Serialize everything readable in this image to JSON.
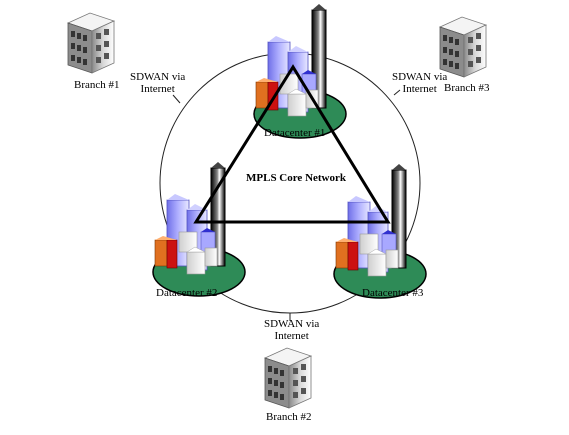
{
  "title": "MPLS Core Network",
  "branches": [
    {
      "name": "Branch #1",
      "icon": "office-building-icon"
    },
    {
      "name": "Branch #2",
      "icon": "office-building-icon"
    },
    {
      "name": "Branch #3",
      "icon": "office-building-icon"
    }
  ],
  "datacenters": [
    {
      "name": "Datacenter #1",
      "icon": "city-skyline-icon"
    },
    {
      "name": "Datacenter #2",
      "icon": "city-skyline-icon"
    },
    {
      "name": "Datacenter #3",
      "icon": "city-skyline-icon"
    }
  ],
  "links": [
    {
      "line1": "SDWAN via",
      "line2": "Internet"
    },
    {
      "line1": "SDWAN via",
      "line2": "Internet"
    },
    {
      "line1": "SDWAN via",
      "line2": "Internet"
    }
  ],
  "colors": {
    "base_green": "#2e8b57",
    "tower_purple": "#9999ff",
    "tower_black": "#111111",
    "orange": "#e07020",
    "red": "#cc1111",
    "white_block": "#f2f2f2"
  }
}
